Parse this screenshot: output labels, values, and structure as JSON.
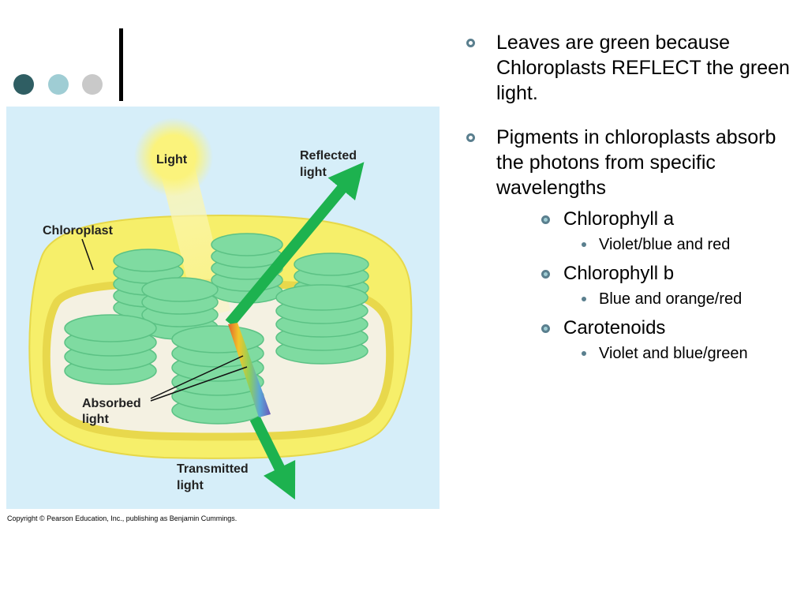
{
  "colors": {
    "dot_dark": "#2f5e63",
    "dot_mid": "#9fcdd4",
    "dot_light": "#c9c9c9",
    "diagram_background": "#d6eef9",
    "chloroplast_envelope": "#f6ef6a",
    "grana": "#7fdba1",
    "arrow_green": "#1db24f",
    "light_source": "#fbf37c"
  },
  "diagram": {
    "light_label": "Light",
    "reflected_label_line1": "Reflected",
    "reflected_label_line2": "light",
    "chloroplast_label": "Chloroplast",
    "absorbed_label_line1": "Absorbed",
    "absorbed_label_line2": "light",
    "transmitted_label_line1": "Transmitted",
    "transmitted_label_line2": "light"
  },
  "copyright": "Copyright © Pearson Education, Inc., publishing as Benjamin Cummings.",
  "bullets": [
    {
      "text": "Leaves are green because Chloroplasts REFLECT the green light."
    },
    {
      "text": "Pigments in chloroplasts absorb the photons from specific wavelengths"
    }
  ],
  "pigments": [
    {
      "name": "Chlorophyll a",
      "absorbs": "Violet/blue and red"
    },
    {
      "name": "Chlorophyll b",
      "absorbs": "Blue and orange/red"
    },
    {
      "name": "Carotenoids",
      "absorbs": "Violet and blue/green"
    }
  ]
}
